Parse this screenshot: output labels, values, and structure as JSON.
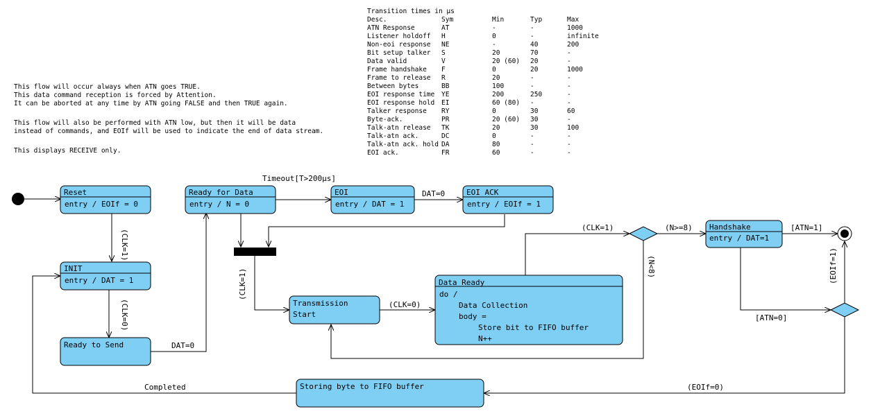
{
  "notes": {
    "line1": "This flow will occur always when ATN goes TRUE.",
    "line2": "This data command reception is forced by Attention.",
    "line3": "It can be aborted at any time by ATN going FALSE and then TRUE again.",
    "line4": "This flow will also be performed with ATN low, but then it will be data",
    "line5": "instead of commands, and EOIf will be used to indicate the end of data stream.",
    "line6": "This displays RECEIVE only."
  },
  "table": {
    "title": "Transition times in µs",
    "headers": [
      "Desc.",
      "Sym",
      "Min",
      "Typ",
      "Max"
    ],
    "rows": [
      [
        "ATN Response",
        "AT",
        "-",
        "-",
        "1000"
      ],
      [
        "Listener holdoff",
        "H",
        "0",
        "-",
        "infinite"
      ],
      [
        "Non-eoi response",
        "NE",
        "-",
        "40",
        "200"
      ],
      [
        "Bit setup talker",
        "S",
        "20",
        "70",
        "-"
      ],
      [
        "Data valid",
        "V",
        "20 (60)",
        "20",
        "-"
      ],
      [
        "Frame handshake",
        "F",
        "0",
        "20",
        "1000"
      ],
      [
        "Frame to release",
        "R",
        "20",
        "-",
        "-"
      ],
      [
        "Between bytes",
        "BB",
        "100",
        "-",
        "-"
      ],
      [
        "EOI response time",
        "YE",
        "200",
        "250",
        "-"
      ],
      [
        "EOI response hold",
        "EI",
        "60 (80)",
        "-",
        "-"
      ],
      [
        "Talker response",
        "RY",
        "0",
        "30",
        "60"
      ],
      [
        "Byte-ack.",
        "PR",
        "20 (60)",
        "30",
        "-"
      ],
      [
        "Talk-atn release",
        "TK",
        "20",
        "30",
        "100"
      ],
      [
        "Talk-atn ack.",
        "DC",
        "0",
        "-",
        "-"
      ],
      [
        "Talk-atn ack. hold",
        "DA",
        "80",
        "-",
        "-"
      ],
      [
        "EOI ack.",
        "FR",
        "60",
        "-",
        "-"
      ]
    ]
  },
  "states": {
    "reset": {
      "title": "Reset",
      "action": "entry / EOIf = 0"
    },
    "init": {
      "title": "INIT",
      "action": "entry / DAT = 1"
    },
    "ready_to_send": {
      "title": "Ready to Send"
    },
    "ready_for_data": {
      "title": "Ready for Data",
      "action": "entry / N = 0"
    },
    "eoi": {
      "title": "EOI",
      "action": "entry / DAT = 1"
    },
    "eoi_ack": {
      "title": "EOI ACK",
      "action": "entry / EOIf = 1"
    },
    "transmission_start": {
      "line1": "Transmission",
      "line2": "Start"
    },
    "data_ready": {
      "title": "Data Ready",
      "line1": "do /",
      "line2": "Data Collection",
      "line3": "body =",
      "line4": "Store bit to FIFO buffer",
      "line5": "N++"
    },
    "handshake": {
      "title": "Handshake",
      "action": "entry / DAT=1"
    },
    "storing": {
      "title": "Storing byte to FIFO buffer"
    }
  },
  "transitions": {
    "clk1_reset_init": "(CLK=1)",
    "clk0_init_rts": "(CLK=0)",
    "dat0_rts_rfd": "DAT=0",
    "timeout": "Timeout[T>200µs]",
    "dat0_eoi": "DAT=0",
    "clk1_fork": "(CLK=1)",
    "clk0_ts_dr": "(CLK=0)",
    "clk1_dr_choice": "(CLK=1)",
    "n_ge_8": "(N>=8)",
    "n_lt_8": "(N<8)",
    "atn1": "[ATN=1]",
    "atn0": "[ATN=0]",
    "eoif1": "(EOIf=1)",
    "eoif0": "(EOIf=0)",
    "completed": "Completed"
  }
}
